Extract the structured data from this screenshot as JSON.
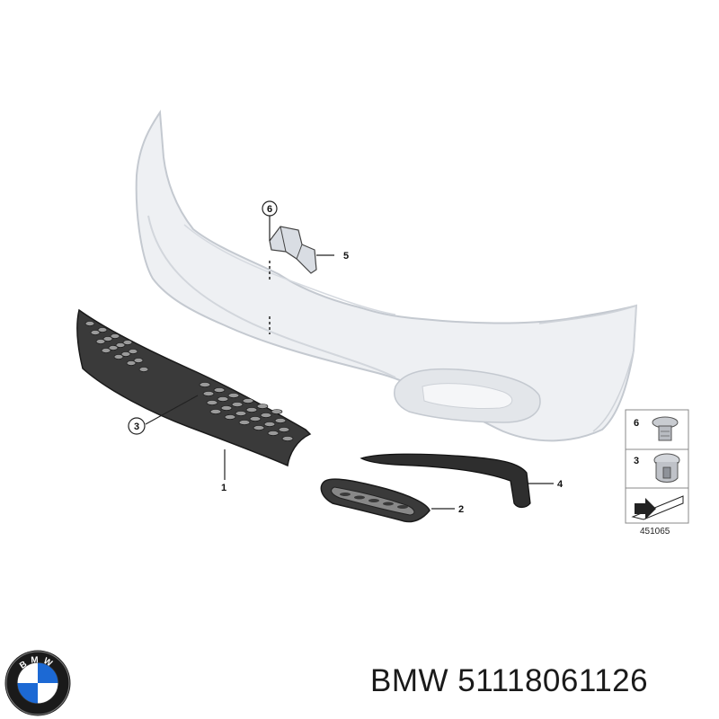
{
  "callouts": {
    "c1": "1",
    "c2": "2",
    "c3": "3",
    "c4": "4",
    "c5": "5",
    "c6": "6"
  },
  "legend": {
    "item6": "6",
    "item3": "3"
  },
  "figure_number": "451065",
  "logo": {
    "letters": "BMW",
    "colors": {
      "blue": "#1c69d4",
      "ring": "#1a1a1a",
      "white": "#ffffff"
    }
  },
  "caption": {
    "brand": "BMW",
    "part_number": "51118061126"
  },
  "colors": {
    "bumper_fill": "#eef0f3",
    "bumper_stroke": "#c4c9d0",
    "grille": "#2a2a2a",
    "callout_line": "#222222"
  }
}
